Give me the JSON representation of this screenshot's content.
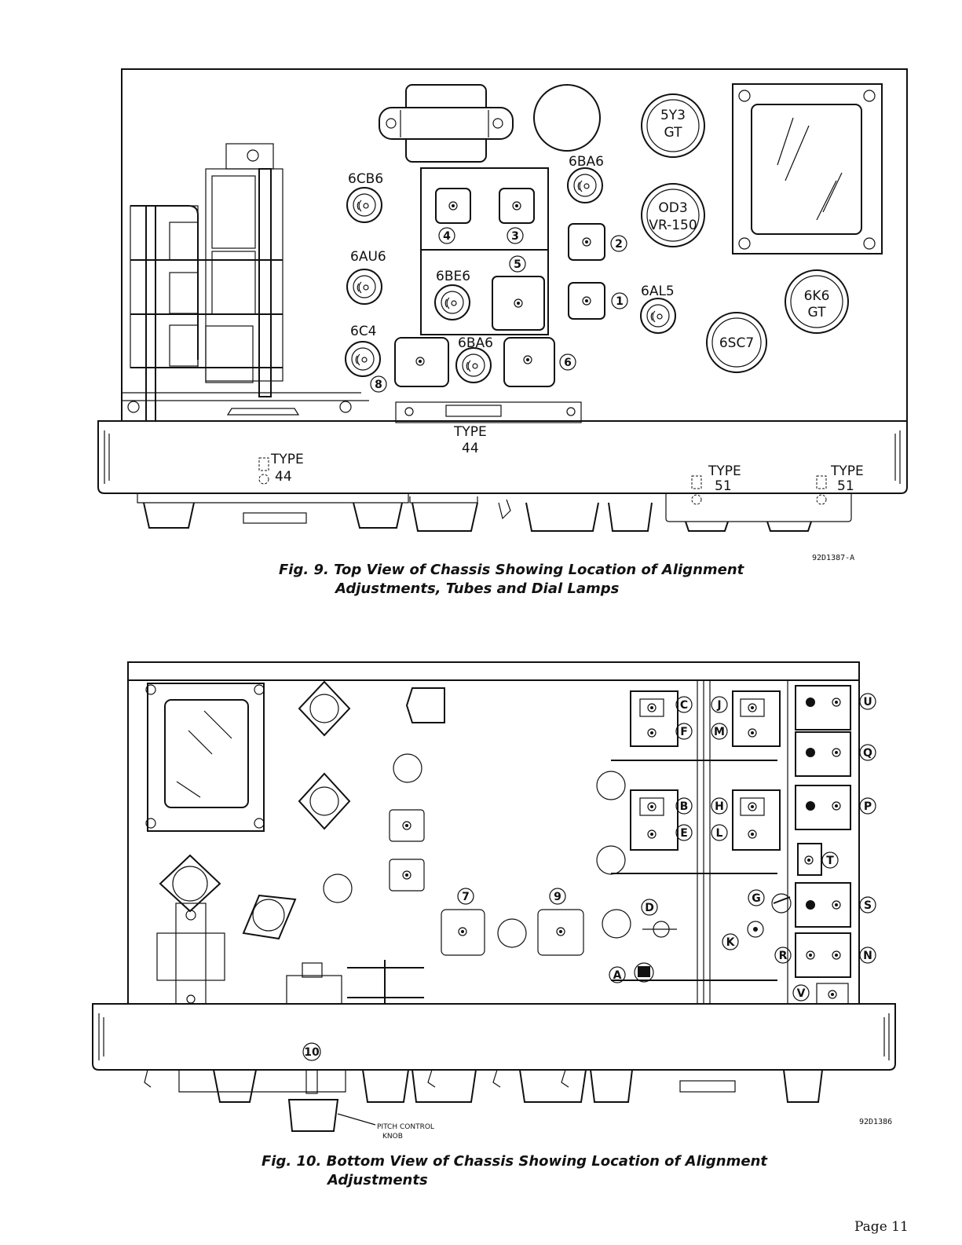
{
  "figure9": {
    "caption_line1": "Fig. 9.  Top View of Chassis Showing Location of Alignment",
    "caption_line2": "Adjustments, Tubes and Dial Lamps",
    "drawing_number": "92D1387-A",
    "tubes": {
      "t5y3_a": "5Y3",
      "t5y3_b": "GT",
      "t6ba6_upper": "6BA6",
      "t6cb6": "6CB6",
      "tod3_a": "OD3",
      "tod3_b": "VR-150",
      "t6au6": "6AU6",
      "t6be6": "6BE6",
      "t6al5": "6AL5",
      "t6k6_a": "6K6",
      "t6k6_b": "GT",
      "t6c4": "6C4",
      "t6ba6_lower": "6BA6",
      "t6sc7": "6SC7"
    },
    "adjustments": {
      "a1": "1",
      "a2": "2",
      "a3": "3",
      "a4": "4",
      "a5": "5",
      "a6": "6",
      "a8": "8"
    },
    "lamps": {
      "center_type": "TYPE",
      "center_num": "44",
      "left_type": "TYPE",
      "left_num": "44",
      "right1_type": "TYPE",
      "right1_num": "51",
      "right2_type": "TYPE",
      "right2_num": "51"
    }
  },
  "figure10": {
    "caption_line1": "Fig. 10.  Bottom View of Chassis Showing Location of Alignment",
    "caption_line2": "Adjustments",
    "drawing_number": "92D1386",
    "knob_label_1": "PITCH CONTROL",
    "knob_label_2": "KNOB",
    "adjustments": {
      "c": "C",
      "f": "F",
      "j": "J",
      "m": "M",
      "u": "U",
      "q": "Q",
      "b": "B",
      "e": "E",
      "h": "H",
      "l": "L",
      "p": "P",
      "t": "T",
      "d": "D",
      "g": "G",
      "s": "S",
      "k": "K",
      "r": "R",
      "n": "N",
      "a": "A",
      "v": "V",
      "n7": "7",
      "n9": "9",
      "n10": "10"
    }
  },
  "page_number": "Page 11"
}
